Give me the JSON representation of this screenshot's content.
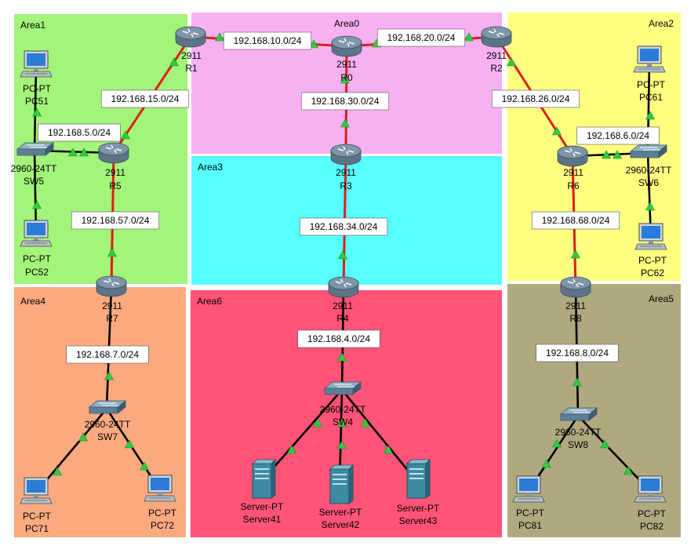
{
  "colors": {
    "link_red": "#e01c1c",
    "link_black": "#000000",
    "link_light": "#2ecc40",
    "router_body": "#7e97a8",
    "switch_body": "#5d7f96",
    "label_border": "#555555"
  },
  "areas": [
    {
      "id": "area1",
      "label": "Area1",
      "color": "#a3f57a"
    },
    {
      "id": "area0",
      "label": "Area0",
      "color": "#f7b1f2"
    },
    {
      "id": "area2",
      "label": "Area2",
      "color": "#ffff80"
    },
    {
      "id": "area3",
      "label": "Area3",
      "color": "#57ffff"
    },
    {
      "id": "area4",
      "label": "Area4",
      "color": "#fbaa80"
    },
    {
      "id": "area6",
      "label": "Area6",
      "color": "#ff5477"
    },
    {
      "id": "area5",
      "label": "Area5",
      "color": "#b0a980"
    }
  ],
  "devices": [
    {
      "id": "R1",
      "kind": "router",
      "model": "2911",
      "name": "R1"
    },
    {
      "id": "R0",
      "kind": "router",
      "model": "2911",
      "name": "R0"
    },
    {
      "id": "R2",
      "kind": "router",
      "model": "2911",
      "name": "R2"
    },
    {
      "id": "R5",
      "kind": "router",
      "model": "2911",
      "name": "R5"
    },
    {
      "id": "R3",
      "kind": "router",
      "model": "2911",
      "name": "R3"
    },
    {
      "id": "R6",
      "kind": "router",
      "model": "2911",
      "name": "R6"
    },
    {
      "id": "R7",
      "kind": "router",
      "model": "2911",
      "name": "R7"
    },
    {
      "id": "R4",
      "kind": "router",
      "model": "2911",
      "name": "R4"
    },
    {
      "id": "R8",
      "kind": "router",
      "model": "2911",
      "name": "R8"
    },
    {
      "id": "SW5",
      "kind": "switch",
      "model": "2960-24TT",
      "name": "SW5"
    },
    {
      "id": "SW6",
      "kind": "switch",
      "model": "2960-24TT",
      "name": "SW6"
    },
    {
      "id": "SW7",
      "kind": "switch",
      "model": "2960-24TT",
      "name": "SW7"
    },
    {
      "id": "SW4",
      "kind": "switch",
      "model": "2960-24TT",
      "name": "SW4"
    },
    {
      "id": "SW8",
      "kind": "switch",
      "model": "2960-24TT",
      "name": "SW8"
    },
    {
      "id": "PC51",
      "kind": "pc",
      "model": "PC-PT",
      "name": "PC51"
    },
    {
      "id": "PC52",
      "kind": "pc",
      "model": "PC-PT",
      "name": "PC52"
    },
    {
      "id": "PC61",
      "kind": "pc",
      "model": "PC-PT",
      "name": "PC61"
    },
    {
      "id": "PC62",
      "kind": "pc",
      "model": "PC-PT",
      "name": "PC62"
    },
    {
      "id": "PC71",
      "kind": "pc",
      "model": "PC-PT",
      "name": "PC71"
    },
    {
      "id": "PC72",
      "kind": "pc",
      "model": "PC-PT",
      "name": "PC72"
    },
    {
      "id": "PC81",
      "kind": "pc",
      "model": "PC-PT",
      "name": "PC81"
    },
    {
      "id": "PC82",
      "kind": "pc",
      "model": "PC-PT",
      "name": "PC82"
    },
    {
      "id": "Server41",
      "kind": "server",
      "model": "Server-PT",
      "name": "Server41"
    },
    {
      "id": "Server42",
      "kind": "server",
      "model": "Server-PT",
      "name": "Server42"
    },
    {
      "id": "Server43",
      "kind": "server",
      "model": "Server-PT",
      "name": "Server43"
    }
  ],
  "links": [
    {
      "id": "R1-R0",
      "from": "R1",
      "to": "R0",
      "type": "serial"
    },
    {
      "id": "R0-R2",
      "from": "R0",
      "to": "R2",
      "type": "serial"
    },
    {
      "id": "R1-R5",
      "from": "R1",
      "to": "R5",
      "type": "serial"
    },
    {
      "id": "R0-R3",
      "from": "R0",
      "to": "R3",
      "type": "serial"
    },
    {
      "id": "R2-R6",
      "from": "R2",
      "to": "R6",
      "type": "serial"
    },
    {
      "id": "R5-R7",
      "from": "R5",
      "to": "R7",
      "type": "serial"
    },
    {
      "id": "R3-R4",
      "from": "R3",
      "to": "R4",
      "type": "serial"
    },
    {
      "id": "R6-R8",
      "from": "R6",
      "to": "R8",
      "type": "serial"
    },
    {
      "id": "SW5-R5",
      "from": "SW5",
      "to": "R5",
      "type": "ethernet"
    },
    {
      "id": "SW6-R6",
      "from": "SW6",
      "to": "R6",
      "type": "ethernet"
    },
    {
      "id": "PC51-SW5",
      "from": "PC51",
      "to": "SW5",
      "type": "ethernet"
    },
    {
      "id": "PC52-SW5",
      "from": "PC52",
      "to": "SW5",
      "type": "ethernet"
    },
    {
      "id": "PC61-SW6",
      "from": "PC61",
      "to": "SW6",
      "type": "ethernet"
    },
    {
      "id": "PC62-SW6",
      "from": "PC62",
      "to": "SW6",
      "type": "ethernet"
    },
    {
      "id": "R7-SW7",
      "from": "R7",
      "to": "SW7",
      "type": "ethernet"
    },
    {
      "id": "SW7-PC71",
      "from": "SW7",
      "to": "PC71",
      "type": "ethernet"
    },
    {
      "id": "SW7-PC72",
      "from": "SW7",
      "to": "PC72",
      "type": "ethernet"
    },
    {
      "id": "R4-SW4",
      "from": "R4",
      "to": "SW4",
      "type": "ethernet"
    },
    {
      "id": "SW4-Server41",
      "from": "SW4",
      "to": "Server41",
      "type": "ethernet"
    },
    {
      "id": "SW4-Server42",
      "from": "SW4",
      "to": "Server42",
      "type": "ethernet"
    },
    {
      "id": "SW4-Server43",
      "from": "SW4",
      "to": "Server43",
      "type": "ethernet"
    },
    {
      "id": "R8-SW8",
      "from": "R8",
      "to": "SW8",
      "type": "ethernet"
    },
    {
      "id": "SW8-PC81",
      "from": "SW8",
      "to": "PC81",
      "type": "ethernet"
    },
    {
      "id": "SW8-PC82",
      "from": "SW8",
      "to": "PC82",
      "type": "ethernet"
    }
  ],
  "networks": [
    {
      "id": "n10",
      "label": "192.168.10.0/24"
    },
    {
      "id": "n20",
      "label": "192.168.20.0/24"
    },
    {
      "id": "n15",
      "label": "192.168.15.0/24"
    },
    {
      "id": "n30",
      "label": "192.168.30.0/24"
    },
    {
      "id": "n26",
      "label": "192.168.26.0/24"
    },
    {
      "id": "n5",
      "label": "192.168.5.0/24"
    },
    {
      "id": "n6",
      "label": "192.168.6.0/24"
    },
    {
      "id": "n57",
      "label": "192.168.57.0/24"
    },
    {
      "id": "n34",
      "label": "192.168.34.0/24"
    },
    {
      "id": "n68",
      "label": "192.168.68.0/24"
    },
    {
      "id": "n7",
      "label": "192.168.7.0/24"
    },
    {
      "id": "n4",
      "label": "192.168.4.0/24"
    },
    {
      "id": "n8",
      "label": "192.168.8.0/24"
    }
  ]
}
